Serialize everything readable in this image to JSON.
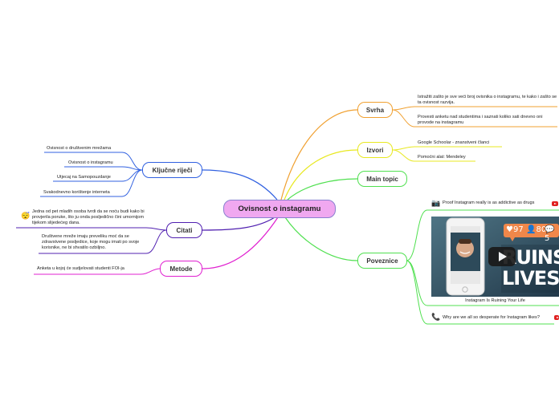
{
  "central": "Ovisnost o instagramu",
  "branches": {
    "svrha": {
      "label": "Svrha",
      "items": [
        "Istražiti zašto je sve veći broj ovisnika o instagramu, te kako i zašto se ta ovisnost razvija.",
        "Provesti anketu nad studentima i saznati koliko sati dnevno oni provode na instagramu"
      ]
    },
    "izvori": {
      "label": "Izvori",
      "items": [
        "Google Schoolar - znanstveni članci",
        "Pomoćni alat: Mendeley"
      ]
    },
    "main": {
      "label": "Main topic"
    },
    "poveznice": {
      "label": "Poveznice",
      "videos": [
        {
          "title": "Proof Instagram really is as addictive as drugs"
        },
        {
          "title": "Instagram Is Ruining Your Life",
          "thumb_likes": "97",
          "thumb_followers": "80",
          "thumb_comments": "5",
          "thumb_text_1": "RUINS",
          "thumb_text_2": "LIVES"
        },
        {
          "title": "Why are we all so desperate for Instagram likes?"
        }
      ]
    },
    "kljucne": {
      "label": "Ključne riječi",
      "items": [
        "Ovisnost o društvenim mrežama",
        "Ovisnost o instagramu",
        "Utjecaj na Samopouzdanje",
        "Svakodnevno korištenje interneta"
      ]
    },
    "citati": {
      "label": "Citati",
      "items": [
        "Jedna od pet mladih osoba tvrdi da se noću budi kako bi provjerila poruke, što ju onda posljedično čini umornijom tijekom slijedećeg dana.",
        "Društvene mreže imaju preveliku moć da se zdravstvene posljedice, koje mogu imati po svoje korisnike, ne bi shvatilo ozbiljno."
      ]
    },
    "metode": {
      "label": "Metode",
      "items": [
        "Anketa u kojoj će sudjelovati studenti FOI-ja"
      ]
    }
  },
  "colors": {
    "svrha": "#f0a030",
    "izvori": "#e8e820",
    "main": "#50e050",
    "poveznice": "#50e050",
    "kljucne": "#3060e0",
    "citati": "#5020b0",
    "metode": "#e020d0",
    "central_fill": "#f0a8f0"
  },
  "icons": [
    "camera-icon",
    "youtube-icon",
    "phone-icon",
    "sleepy-face-icon",
    "play-icon"
  ]
}
